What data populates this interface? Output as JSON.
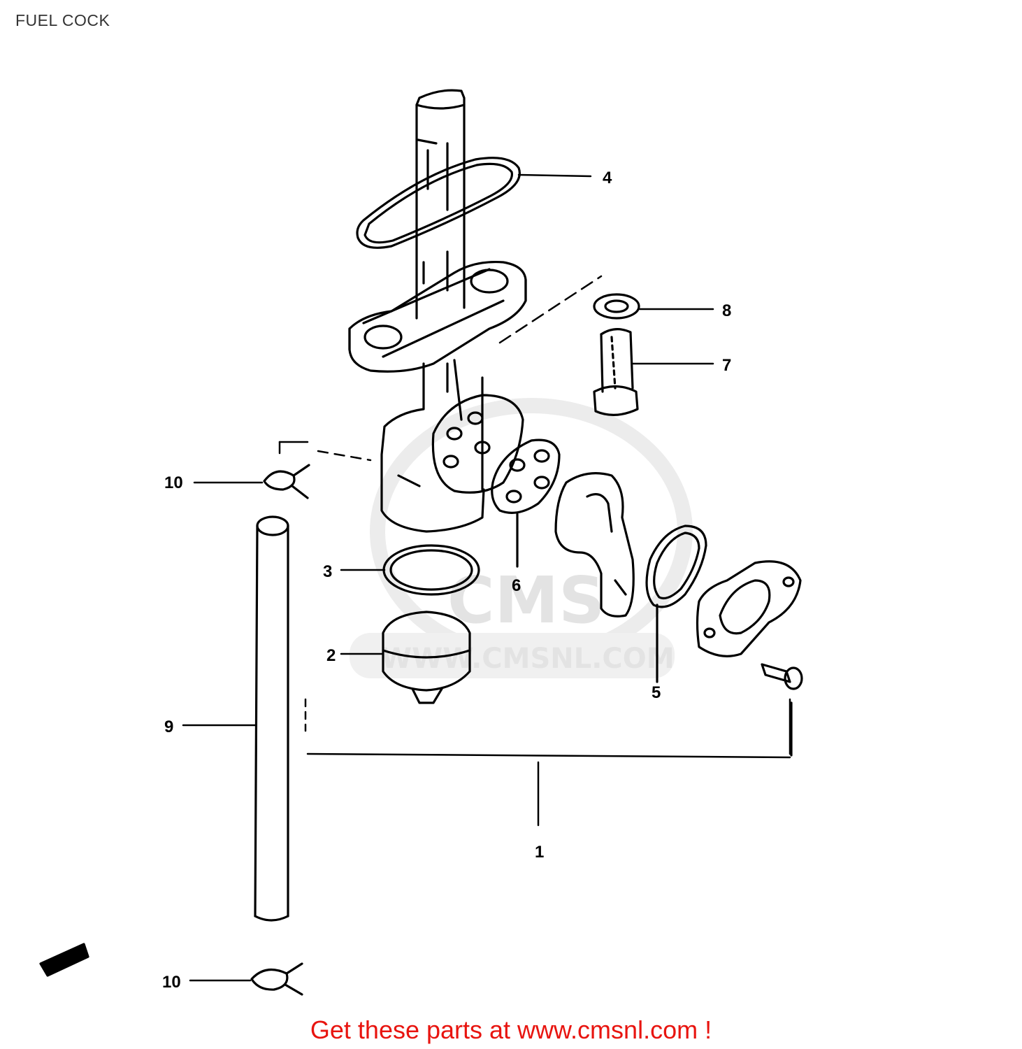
{
  "page": {
    "title": "FUEL COCK"
  },
  "watermark": {
    "logo_text": "CMS",
    "url_text": "WWW.CMSNL.COM"
  },
  "callouts": [
    {
      "id": "1",
      "label": "1"
    },
    {
      "id": "2",
      "label": "2"
    },
    {
      "id": "3",
      "label": "3"
    },
    {
      "id": "4",
      "label": "4"
    },
    {
      "id": "5",
      "label": "5"
    },
    {
      "id": "6",
      "label": "6"
    },
    {
      "id": "7",
      "label": "7"
    },
    {
      "id": "8",
      "label": "8"
    },
    {
      "id": "9",
      "label": "9"
    },
    {
      "id": "10a",
      "label": "10"
    },
    {
      "id": "10b",
      "label": "10"
    }
  ],
  "footer": {
    "link_text": "Get these parts at www.cmsnl.com !",
    "link_color": "#e8140f"
  }
}
